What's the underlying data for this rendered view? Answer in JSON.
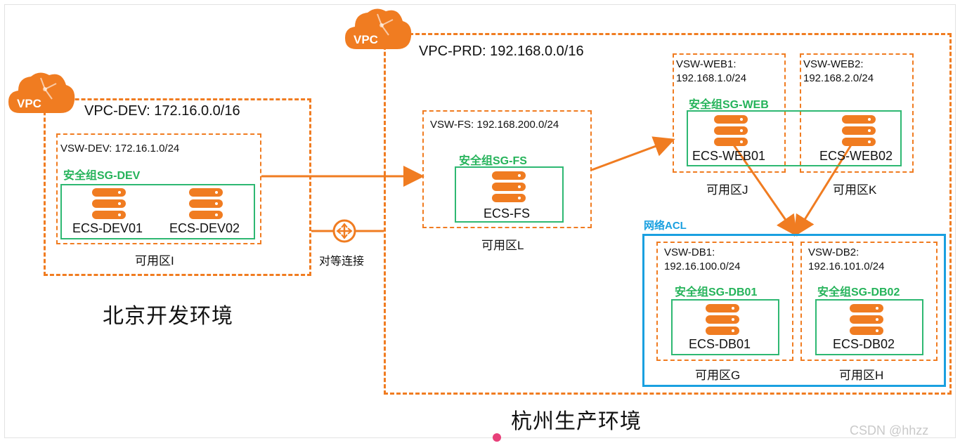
{
  "vpc_dev": {
    "title": "VPC-DEV: 172.16.0.0/16",
    "vsw": "VSW-DEV: 172.16.1.0/24",
    "sg": "安全组SG-DEV",
    "ecs": [
      "ECS-DEV01",
      "ECS-DEV02"
    ],
    "zone": "可用区I",
    "region": "北京开发环境"
  },
  "peering": {
    "label": "对等连接"
  },
  "vpc_prd": {
    "title": "VPC-PRD: 192.168.0.0/16",
    "region": "杭州生产环境",
    "fs": {
      "vsw": "VSW-FS: 192.168.200.0/24",
      "sg": "安全组SG-FS",
      "ecs": "ECS-FS",
      "zone": "可用区L"
    },
    "web": {
      "vsw1": [
        "VSW-WEB1:",
        "192.168.1.0/24"
      ],
      "vsw2": [
        "VSW-WEB2:",
        "192.168.2.0/24"
      ],
      "sg": "安全组SG-WEB",
      "ecs": [
        "ECS-WEB01",
        "ECS-WEB02"
      ],
      "zones": [
        "可用区J",
        "可用区K"
      ]
    },
    "acl": {
      "label": "网络ACL",
      "vsw1": [
        "VSW-DB1:",
        "192.16.100.0/24"
      ],
      "vsw2": [
        "VSW-DB2:",
        "192.16.101.0/24"
      ],
      "sg": [
        "安全组SG-DB01",
        "安全组SG-DB02"
      ],
      "ecs": [
        "ECS-DB01",
        "ECS-DB02"
      ],
      "zones": [
        "可用区G",
        "可用区H"
      ]
    }
  },
  "cloud_badge": "VPC",
  "watermark": "CSDN @hhzz",
  "colors": {
    "orange": "#f07c21",
    "green": "#2eb872",
    "blue": "#1aa0e0"
  },
  "icons": {
    "server": "server-icon",
    "cloud": "vpc-cloud-icon",
    "router": "router-icon"
  }
}
